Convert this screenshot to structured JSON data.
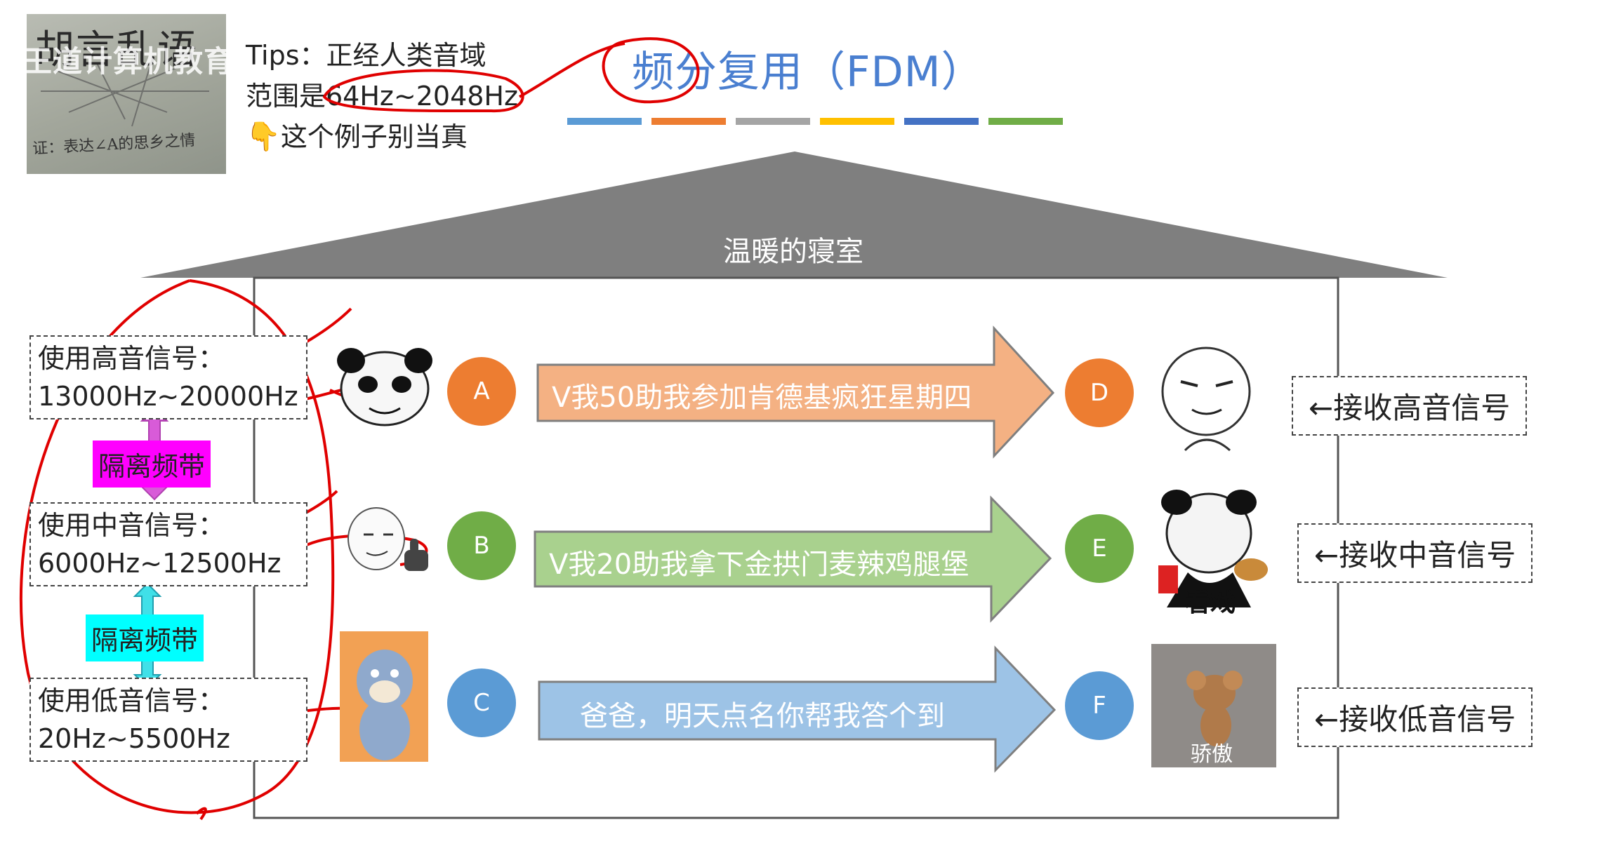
{
  "thumbnail": {
    "title": "胡言乱语",
    "handwriting": "证：表达∠A的思乡之情"
  },
  "watermark": "王道计算机教育",
  "tips": {
    "line1": "Tips：正经人类音域",
    "line2": "范围是64Hz~2048Hz",
    "line3": "这个例子别当真",
    "hand_icon": "pointing-hand-icon"
  },
  "title": "频分复用（FDM）",
  "color_bars": [
    "#5b9bd5",
    "#ed7d31",
    "#a5a5a5",
    "#ffc000",
    "#4472c4",
    "#70ad47"
  ],
  "house": {
    "label": "温暖的寝室"
  },
  "senders": [
    {
      "label": "使用高音信号：",
      "range": "13000Hz~20000Hz"
    },
    {
      "label": "使用中音信号：",
      "range": "6000Hz~12500Hz"
    },
    {
      "label": "使用低音信号：",
      "range": "20Hz~5500Hz"
    }
  ],
  "guard_bands": [
    {
      "label": "隔离频带",
      "color": "#ff00ff"
    },
    {
      "label": "隔离频带",
      "color": "#00ffff"
    }
  ],
  "channels": [
    {
      "from": "A",
      "to": "D",
      "message": "V我50助我参加肯德基疯狂星期四",
      "color": "#f4b183",
      "node_color": "#ed7d31"
    },
    {
      "from": "B",
      "to": "E",
      "message": "V我20助我拿下金拱门麦辣鸡腿堡",
      "color": "#a9d18e",
      "node_color": "#70ad47"
    },
    {
      "from": "C",
      "to": "F",
      "message": "爸爸，明天点名你帮我答个到",
      "color": "#9dc3e6",
      "node_color": "#5b9bd5"
    }
  ],
  "receivers": [
    "←接收高音信号",
    "←接收中音信号",
    "←接收低音信号"
  ],
  "meme_captions": {
    "e": "看戏",
    "f": "骄傲"
  }
}
